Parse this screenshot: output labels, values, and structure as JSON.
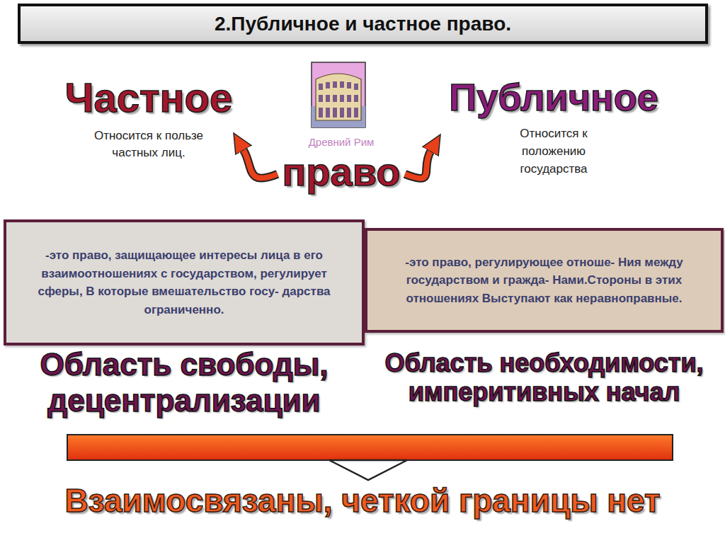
{
  "diagram": {
    "title": "2.Публичное и частное право.",
    "nodes": [
      {
        "text": [
          "Частное",
          "Относится к пользе частных лиц."
        ]
      },
      {
        "text": [
          "право"
        ]
      },
      {
        "text": [
          "Публичное",
          "Относится к положению государства"
        ]
      },
      {
        "text": [
          "-это право, защищающее интересы лица в его взаимоотношениях с государством, регулирует сферы, В которые вмешательство госу- дарства ограниченно.",
          "Область свободы, децентрализации"
        ]
      },
      {
        "text": [
          "-это право, регулирующее отноше- Ния между государством и гражда- Нами.Стороны в этих отношениях Выступают как неравноправные.",
          "Область необходимости, империтивных начал"
        ]
      }
    ],
    "edges": [
      {
        "from": 1,
        "to": 0,
        "arrow": "to"
      },
      {
        "from": 1,
        "to": 2,
        "arrow": "to"
      }
    ],
    "labels": [
      "Древний Рим",
      "Взаимосвязаны, четкой границы нет"
    ]
  }
}
